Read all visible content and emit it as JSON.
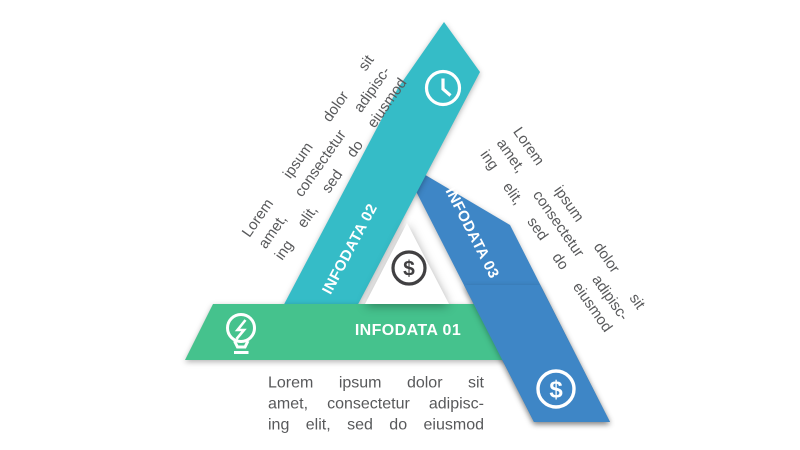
{
  "segments": [
    {
      "id": "01",
      "label": "INFODATA 01",
      "icon": "lightbulb-bolt-icon",
      "color": "#45C28D"
    },
    {
      "id": "02",
      "label": "INFODATA 02",
      "icon": "clock-icon",
      "color": "#35BCC7"
    },
    {
      "id": "03",
      "label": "INFODATA 03",
      "icon": "dollar-icon",
      "color": "#3E86C6"
    }
  ],
  "center": {
    "icon": "dollar-icon",
    "color": "#414042"
  },
  "icons": {
    "dollar_glyph": "$"
  },
  "captions": {
    "left": {
      "lines": [
        "Lorem ipsum dolor sit",
        "amet, consectetur adipisc-",
        "ing elit, sed do eiusmod"
      ]
    },
    "right": {
      "lines": [
        "Lorem ipsum dolor sit",
        "amet, consectetur adipisc-",
        "ing elit, sed do eiusmod"
      ]
    },
    "bottom": {
      "lines": [
        "Lorem ipsum dolor sit",
        "amet, consectetur adipisc-",
        "ing elit, sed do eiusmod"
      ]
    }
  },
  "colors": {
    "teal": "#35BCC7",
    "green": "#45C28D",
    "blue": "#3E86C6",
    "dark": "#414042",
    "text": "#58595B",
    "bg": "#FFFFFF"
  }
}
